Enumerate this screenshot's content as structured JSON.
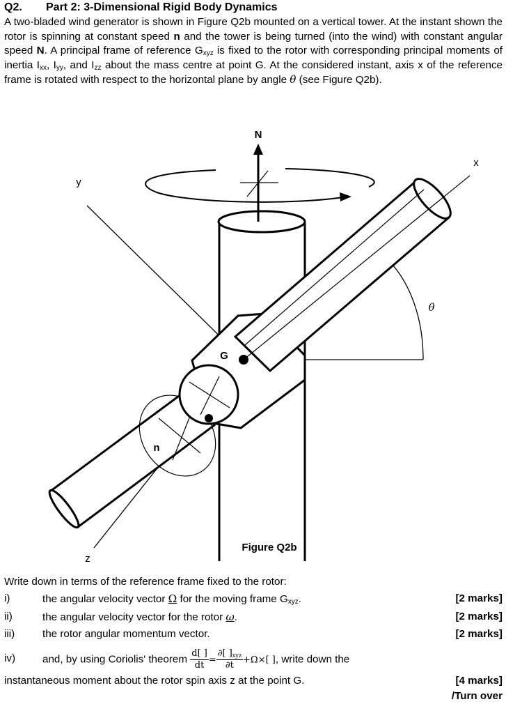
{
  "header": {
    "question_number": "Q2.",
    "title": "Part 2: 3-Dimensional Rigid Body Dynamics"
  },
  "intro": {
    "t1": "A two-bladed wind generator is shown in Figure Q2b mounted on a vertical tower. At the instant shown the rotor is spinning at constant speed ",
    "n": "n",
    "t2": " and the tower is being turned (into the wind) with constant angular speed ",
    "N": "N",
    "t3": ". A principal frame of reference G",
    "sub_xyz": "xyz",
    "t4": " is fixed to the rotor with corresponding principal moments of inertia I",
    "sub_xx": "xx",
    "t5": ", I",
    "sub_yy": "yy",
    "t6": ", and I",
    "sub_zz": "zz",
    "t7": " about the mass centre at point G. At the considered instant, axis x of the reference frame is rotated with respect to the horizontal plane by angle ",
    "theta": "θ",
    "t8": " (see Figure Q2b)."
  },
  "figure": {
    "label_N": "N",
    "label_x": "x",
    "label_y": "y",
    "label_z": "z",
    "label_G": "G",
    "label_n": "n",
    "label_theta": "θ",
    "caption": "Figure Q2b"
  },
  "questions": {
    "intro": "Write down in terms of the reference frame fixed to the rotor:",
    "items": [
      {
        "num": "i)",
        "pre": "the angular velocity vector ",
        "sym": "Ω",
        "post": " for the moving frame G",
        "sub": "xyz",
        "end": ".",
        "marks": "[2 marks]"
      },
      {
        "num": "ii)",
        "pre": "the angular velocity vector for the rotor ",
        "sym": "ω",
        "post": ".",
        "marks": "[2 marks]"
      },
      {
        "num": "iii)",
        "pre": "the rotor angular momentum vector.",
        "marks": "[2 marks]"
      },
      {
        "num": "iv)",
        "pre": "and, by using Coriolis' theorem ",
        "f1_top": "d[ ]",
        "f1_bot": "dt",
        "eq": "=",
        "f2_top": "∂[ ]",
        "f2_sub": "xyz",
        "f2_bot": "∂t",
        "rest": "+Ω×[ ]",
        "post": ", write down the"
      }
    ],
    "final_line": "instantaneous moment about the rotor spin axis z at the point G.",
    "final_marks": "[4 marks]",
    "turn_over": "/Turn over"
  }
}
